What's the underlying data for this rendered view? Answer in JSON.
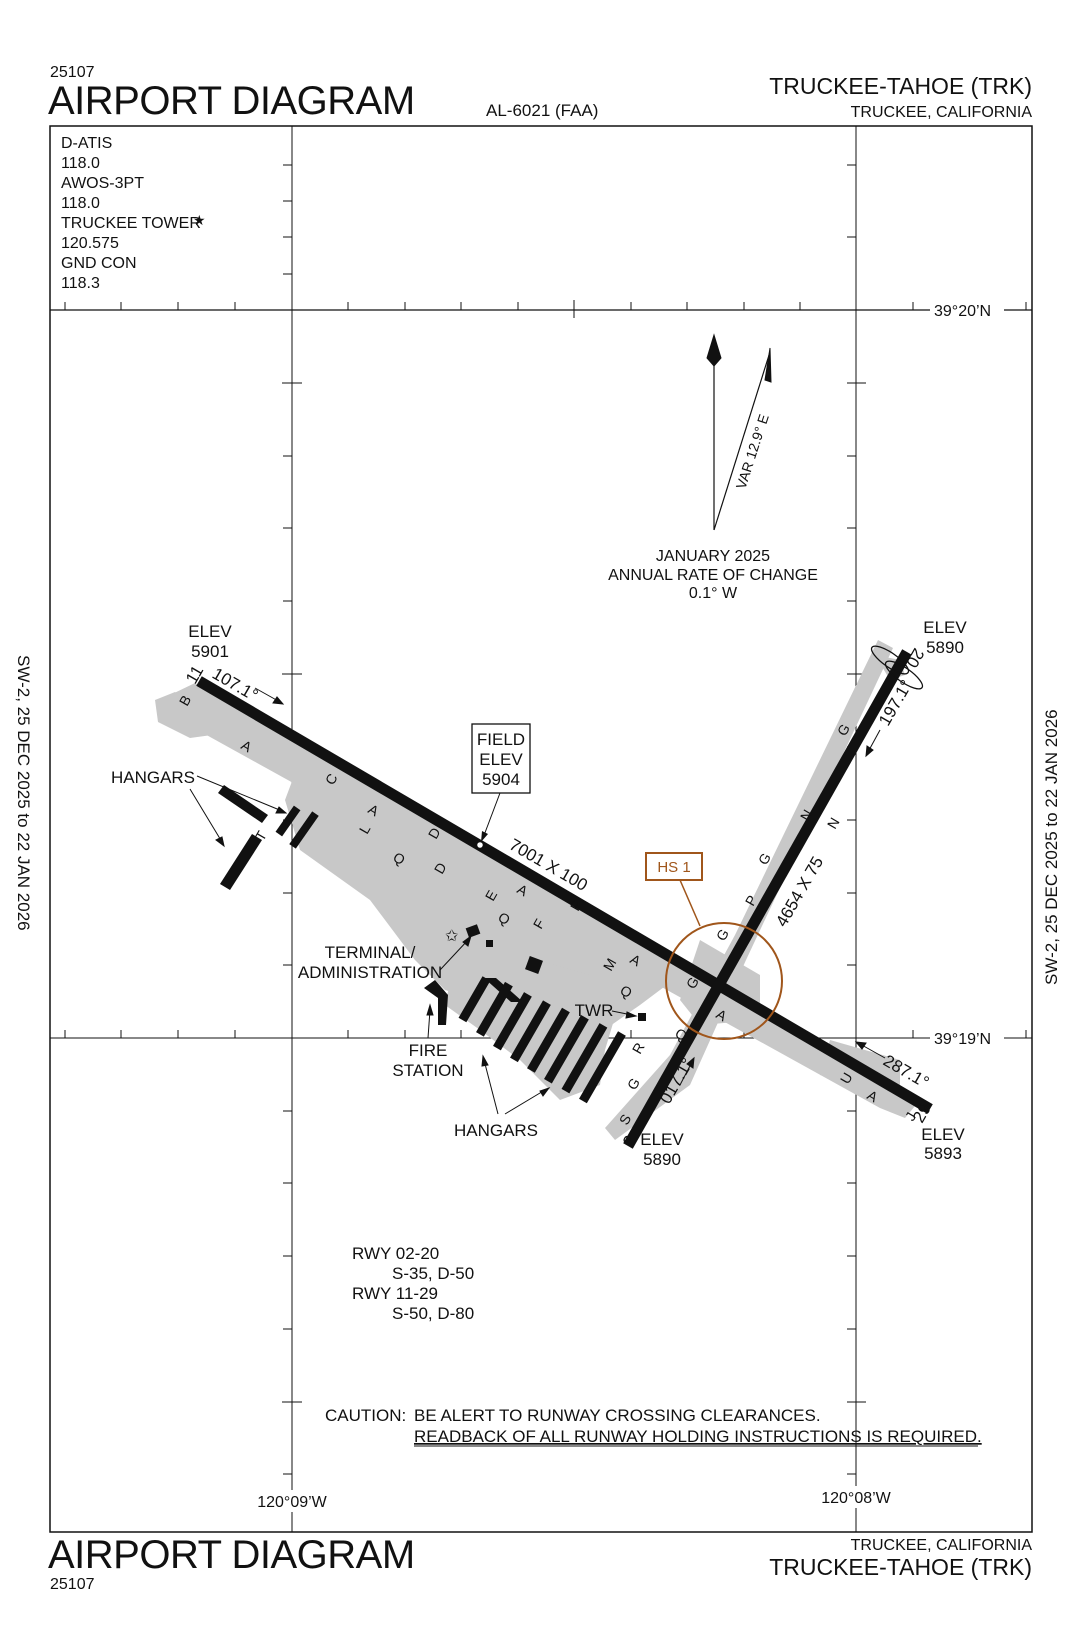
{
  "header": {
    "chart_number": "25107",
    "title": "AIRPORT DIAGRAM",
    "procedure_id": "AL-6021 (FAA)",
    "airport_name": "TRUCKEE-TAHOE (TRK)",
    "location": "TRUCKEE, CALIFORNIA"
  },
  "footer": {
    "chart_number": "25107",
    "title": "AIRPORT DIAGRAM",
    "airport_name": "TRUCKEE-TAHOE (TRK)",
    "location": "TRUCKEE, CALIFORNIA"
  },
  "side_margin": {
    "left": "SW-2,  25 DEC 2025  to  22 JAN 2026",
    "right": "SW-2,  25 DEC 2025  to  22 JAN 2026"
  },
  "frequencies": {
    "lines": [
      "D-ATIS",
      "118.0",
      "AWOS-3PT",
      "118.0",
      "TRUCKEE TOWER",
      "120.575",
      "GND CON",
      "118.3"
    ],
    "tower_mark": "★"
  },
  "coordinates": {
    "lat_top": "39°20’N",
    "lat_mid": "39°19’N",
    "lon_left": "120°09’W",
    "lon_right": "120°08’W"
  },
  "magnetic_variation": {
    "var_label": "VAR 12.9° E",
    "date": "JANUARY 2025",
    "rate_label": "ANNUAL RATE OF CHANGE",
    "rate_value": "0.1° W"
  },
  "field_elevation": {
    "line1": "FIELD",
    "line2": "ELEV",
    "value": "5904"
  },
  "runways": [
    {
      "id": "11-29",
      "dimensions": "7001 X 100",
      "ends": [
        {
          "designator": "11",
          "heading": "107.1°",
          "elev_label": "ELEV",
          "elev": "5901"
        },
        {
          "designator": "29",
          "heading": "287.1°",
          "elev_label": "ELEV",
          "elev": "5893"
        }
      ]
    },
    {
      "id": "02-20",
      "dimensions": "4654 X 75",
      "ends": [
        {
          "designator": "2",
          "heading": "017.1°",
          "elev_label": "ELEV",
          "elev": "5890"
        },
        {
          "designator": "20",
          "heading": "197.1°",
          "elev_label": "ELEV",
          "elev": "5890"
        }
      ]
    }
  ],
  "hot_spot": "HS 1",
  "taxiway_labels": [
    "A",
    "B",
    "C",
    "A",
    "Q",
    "D",
    "D",
    "L",
    "E",
    "Q",
    "A",
    "F",
    "F",
    "M",
    "A",
    "Q",
    "G",
    "G",
    "G",
    "Q",
    "A",
    "R",
    "G",
    "S",
    "T",
    "G",
    "P",
    "N",
    "N",
    "U",
    "A",
    "J",
    "G"
  ],
  "facility_labels": {
    "hangars_nw": "HANGARS",
    "terminal_line1": "TERMINAL/",
    "terminal_line2": "ADMINISTRATION",
    "fire_line1": "FIRE",
    "fire_line2": "STATION",
    "hangars_s": "HANGARS",
    "tower": "TWR"
  },
  "weight_bearing": {
    "rwy1": "RWY 02-20",
    "rwy1_values": "S-35, D-50",
    "rwy2": "RWY 11-29",
    "rwy2_values": "S-50, D-80"
  },
  "caution": {
    "prefix": "CAUTION:",
    "line1": "BE ALERT TO RUNWAY CROSSING CLEARANCES.",
    "line2": "READBACK OF ALL RUNWAY HOLDING INSTRUCTIONS IS REQUIRED."
  },
  "colors": {
    "ink": "#111111",
    "pavement": "#c8c8c8",
    "hot_spot": "#a0561b"
  }
}
